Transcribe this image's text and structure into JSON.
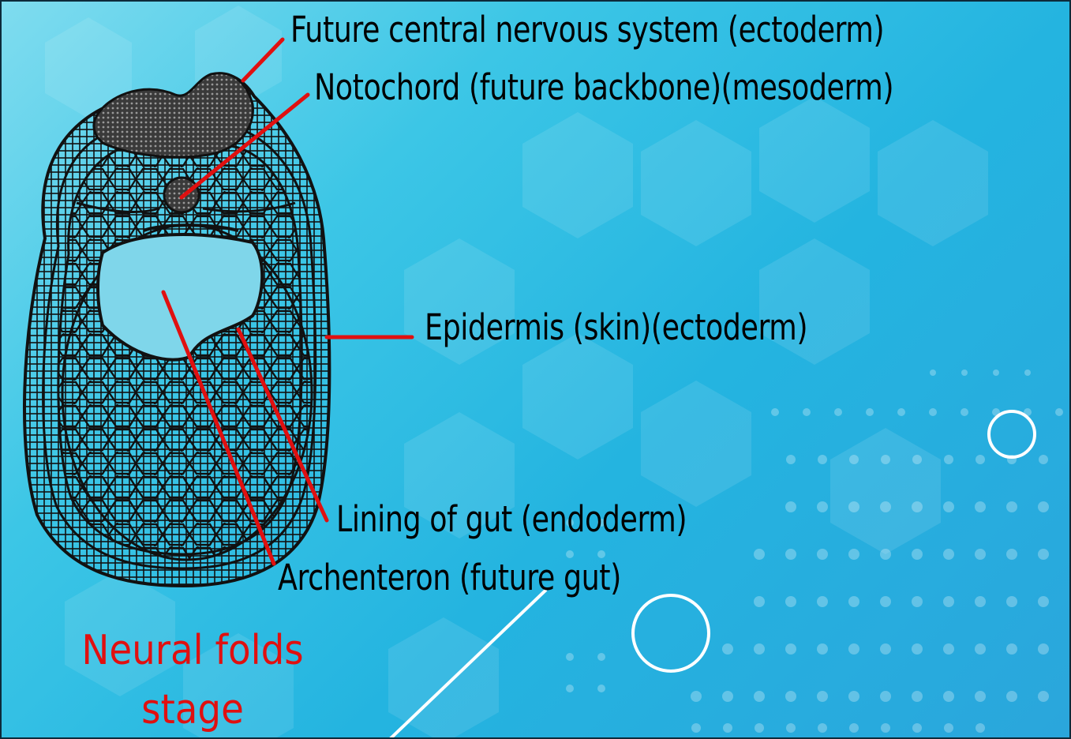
{
  "labels": {
    "future_cns": "Future central nervous system (ectoderm)",
    "notochord": "Notochord (future backbone)(mesoderm)",
    "epidermis": "Epidermis (skin)(ectoderm)",
    "gut_lining": "Lining of gut (endoderm)",
    "archenteron": "Archenteron (future gut)"
  },
  "caption": {
    "line1": "Neural folds",
    "line2": "stage"
  },
  "colors": {
    "background_start": "#7fdcef",
    "background_end": "#2aa6dc",
    "leader_line": "#e01010",
    "caption_text": "#e01010",
    "label_text": "#000000"
  }
}
